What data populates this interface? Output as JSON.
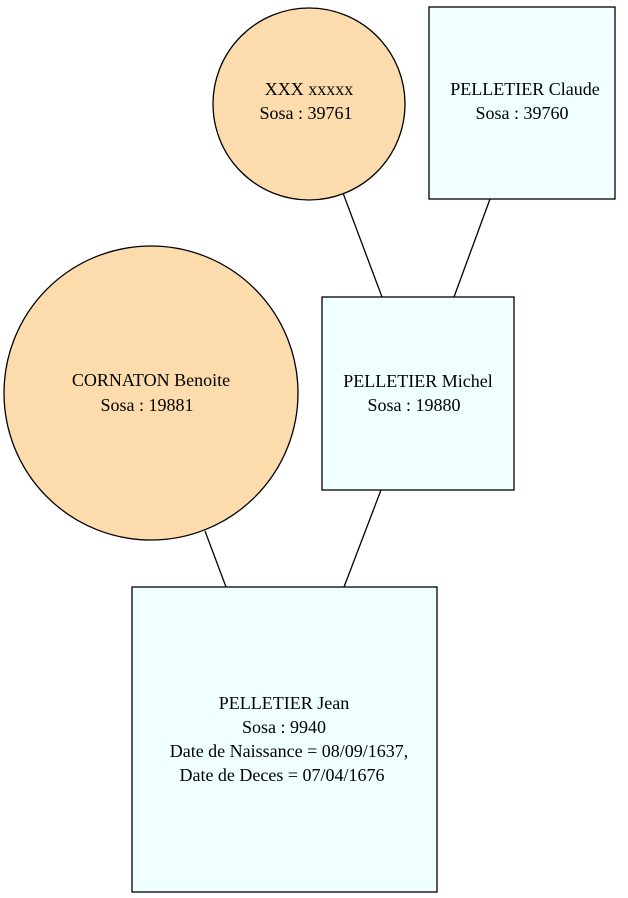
{
  "colors": {
    "male_fill": "#f0ffff",
    "female_fill": "#fcdcad",
    "outline": "#000000",
    "text": "#000000"
  },
  "persons": {
    "xxx": {
      "name": "XXX xxxxx",
      "sosa": "Sosa : 39761",
      "shape": "circle"
    },
    "claude": {
      "name": "PELLETIER Claude",
      "sosa": "Sosa : 39760",
      "shape": "box"
    },
    "michel": {
      "name": "PELLETIER Michel",
      "sosa": "Sosa : 19880",
      "shape": "box"
    },
    "benoite": {
      "name": "CORNATON Benoite",
      "sosa": "Sosa : 19881",
      "shape": "circle"
    },
    "jean": {
      "name": "PELLETIER Jean",
      "sosa": "Sosa : 9940",
      "birth": "Date de Naissance = 08/09/1637,",
      "death": "Date de Deces = 07/04/1676",
      "shape": "box"
    }
  }
}
